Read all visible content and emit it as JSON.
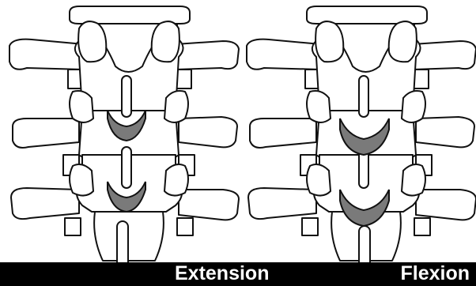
{
  "panels": [
    {
      "id": "extension",
      "label": "Extension"
    },
    {
      "id": "flexion",
      "label": "Flexion"
    }
  ],
  "colors": {
    "background": "#ffffff",
    "outline": "#111111",
    "ligament_fill": "#7a7a7a",
    "bottom_bar": "#000000",
    "label_text": "#ffffff"
  }
}
